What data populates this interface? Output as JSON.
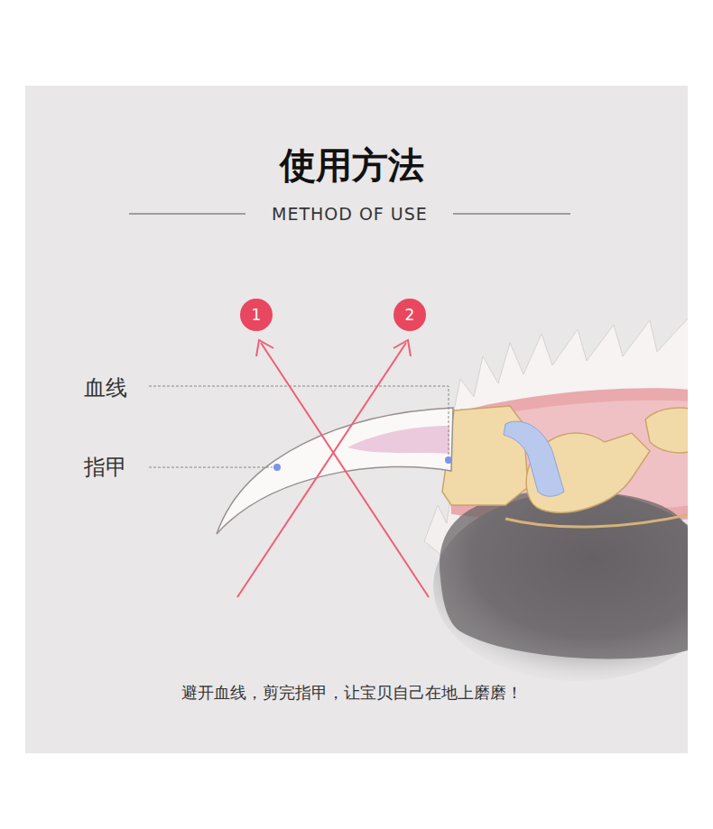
{
  "diagram": {
    "title": "使用方法",
    "caption": "避开血线，剪完指甲，让宝贝自己在地上磨磨！",
    "nodes": [
      {
        "text": [
          "1"
        ]
      },
      {
        "text": [
          "2"
        ]
      }
    ],
    "labels": [
      "METHOD OF USE",
      "血线",
      "指甲"
    ]
  }
}
